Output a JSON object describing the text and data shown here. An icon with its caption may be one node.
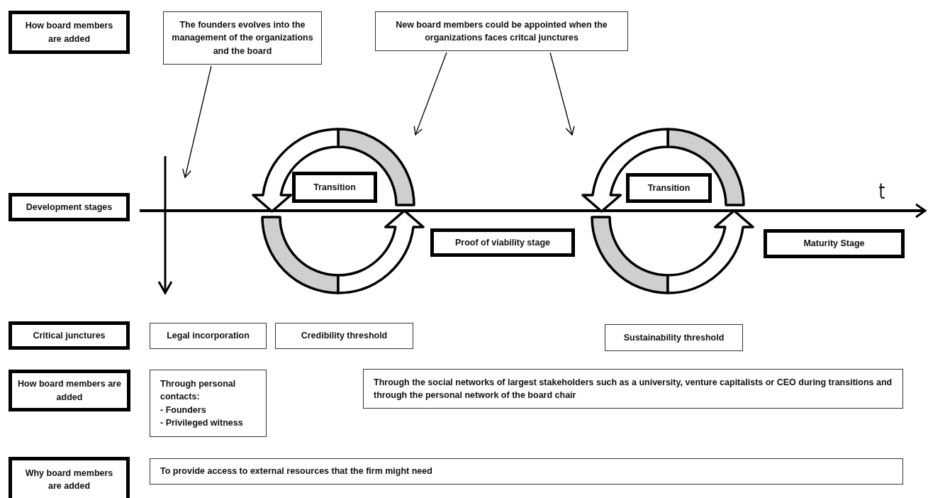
{
  "diagram": {
    "nodes": [
      {
        "text": [
          "How board members are added"
        ]
      },
      {
        "text": [
          "The founders evolves into the management of the organizations and the board"
        ]
      },
      {
        "text": [
          "New board members could be appointed when the organizations faces critcal junctures"
        ]
      },
      {
        "text": [
          "Development stages"
        ]
      },
      {
        "text": [
          "Transition"
        ]
      },
      {
        "text": [
          "Transition"
        ]
      },
      {
        "text": [
          "Proof of viability stage"
        ]
      },
      {
        "text": [
          "Maturity Stage"
        ]
      },
      {
        "text": [
          "Critical junctures"
        ]
      },
      {
        "text": [
          "Legal incorporation"
        ]
      },
      {
        "text": [
          "Credibility threshold"
        ]
      },
      {
        "text": [
          "Sustainability threshold"
        ]
      },
      {
        "text": [
          "How board members are added"
        ]
      },
      {
        "text": [
          "Through personal contacts:",
          "- Founders",
          "- Privileged witness"
        ]
      },
      {
        "text": [
          "Through the social networks of largest stakeholders such as a university, venture capitalists or CEO during transitions and through the personal network of the board chair"
        ]
      },
      {
        "text": [
          "Why board members are added"
        ]
      },
      {
        "text": [
          "To provide access to external resources that the firm might need"
        ]
      }
    ],
    "edges": [
      {
        "from": 1,
        "to": null,
        "arrow": "to"
      },
      {
        "from": 2,
        "to": null,
        "arrow": "to"
      },
      {
        "from": 2,
        "to": null,
        "arrow": "to"
      }
    ],
    "labels": [
      "t"
    ]
  }
}
